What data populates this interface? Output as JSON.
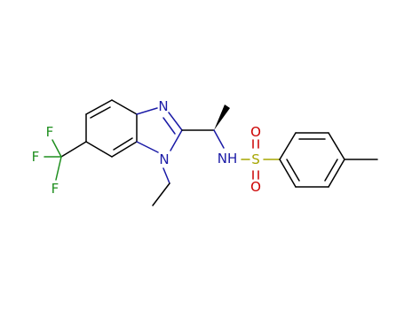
{
  "molecule": {
    "atom_labels": {
      "n3": "N",
      "n1": "N",
      "nh": "NH",
      "s": "S",
      "o_top": "O",
      "o_bottom": "O",
      "f_top": "F",
      "f_left": "F",
      "f_bottom": "F"
    },
    "colors": {
      "carbon_bond": "#000000",
      "nitrogen": "#1a1aa6",
      "oxygen": "#cc0000",
      "sulfur": "#a6a600",
      "fluorine": "#1f8f1f"
    }
  }
}
